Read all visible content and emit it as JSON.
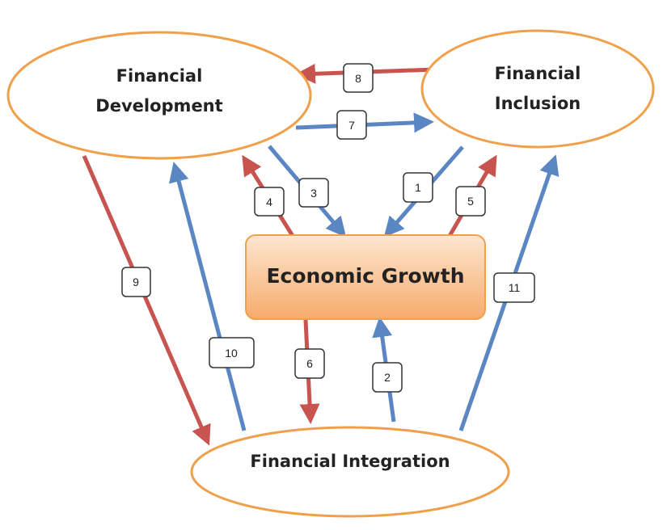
{
  "nodes": {
    "financial_development": {
      "lines": [
        "Financial",
        "Development"
      ]
    },
    "financial_inclusion": {
      "lines": [
        "Financial",
        "Inclusion"
      ]
    },
    "economic_growth": {
      "label": "Economic Growth"
    },
    "financial_integration": {
      "label": "Financial Integration"
    }
  },
  "links": [
    {
      "label": "1",
      "from": "Financial Inclusion",
      "to": "Economic Growth",
      "color": "blue"
    },
    {
      "label": "2",
      "from": "Financial Integration",
      "to": "Economic Growth",
      "color": "blue"
    },
    {
      "label": "3",
      "from": "Financial Development",
      "to": "Economic Growth",
      "color": "blue"
    },
    {
      "label": "4",
      "from": "Economic Growth",
      "to": "Financial Development",
      "color": "red"
    },
    {
      "label": "5",
      "from": "Economic Growth",
      "to": "Financial Inclusion",
      "color": "red"
    },
    {
      "label": "6",
      "from": "Economic Growth",
      "to": "Financial Integration",
      "color": "red"
    },
    {
      "label": "7",
      "from": "Financial Development",
      "to": "Financial Inclusion",
      "color": "blue"
    },
    {
      "label": "8",
      "from": "Financial Inclusion",
      "to": "Financial Development",
      "color": "red"
    },
    {
      "label": "9",
      "from": "Financial Development",
      "to": "Financial Integration",
      "color": "red"
    },
    {
      "label": "10",
      "from": "Financial Integration",
      "to": "Financial Development",
      "color": "blue"
    },
    {
      "label": "11",
      "from": "Financial Integration",
      "to": "Financial Inclusion",
      "color": "blue"
    }
  ],
  "colors": {
    "ellipse_stroke": "#f0a04b",
    "box_fill_top": "#fde6d0",
    "box_fill_bottom": "#f6ab6c",
    "box_stroke": "#f0a04b",
    "blue_arrow": "#5b86c4",
    "red_arrow": "#c85450",
    "badge_stroke": "#333333",
    "text": "#222222"
  }
}
